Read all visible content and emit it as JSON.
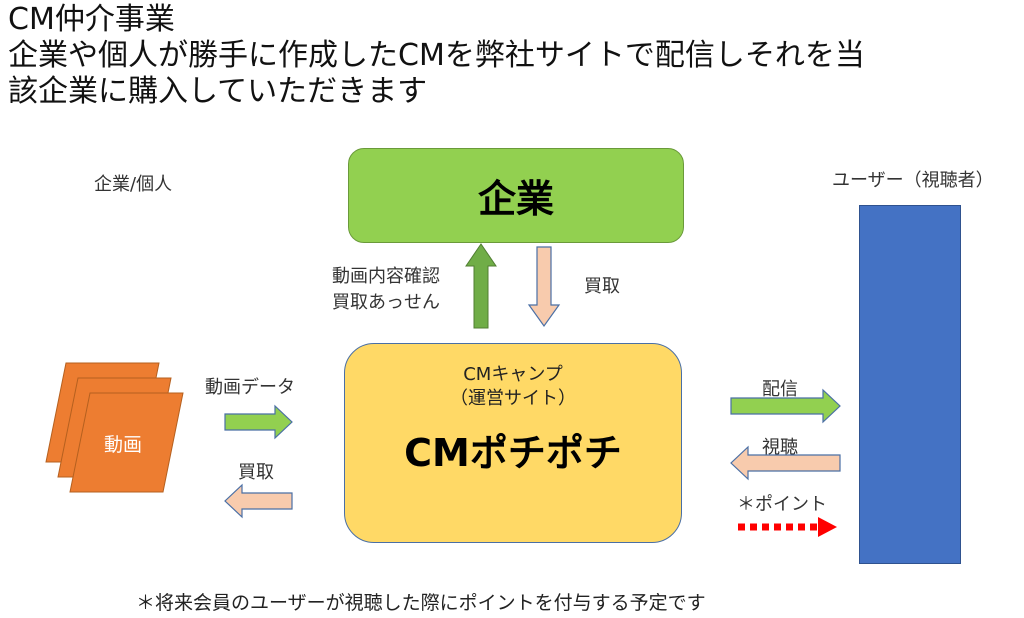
{
  "title": {
    "line1": "CM仲介事業",
    "line2": "企業や個人が勝手に作成したCMを弊社サイトで配信しそれを当",
    "line3": "該企業に購入していただきます"
  },
  "labels": {
    "creators": "企業/個人",
    "users": "ユーザー（視聴者）",
    "check_line1": "動画内容確認",
    "check_line2": "買取あっせん",
    "purchase_top": "買取",
    "video_data": "動画データ",
    "purchase_left": "買取",
    "distribute": "配信",
    "view": "視聴",
    "points": "＊ポイント"
  },
  "boxes": {
    "company": "企業",
    "site_sub1": "CMキャンプ",
    "site_sub2": "（運営サイト）",
    "site_main": "CMポチポチ",
    "video": "動画"
  },
  "footnote": "＊将来会員のユーザーが視聴した際にポイントを付与する予定です",
  "colors": {
    "company_green": "#92d050",
    "arrow_dark_green": "#70ad47",
    "peach": "#f8cbad",
    "site_yellow": "#ffd966",
    "video_orange": "#ed7d31",
    "user_blue": "#4472c4",
    "points_red": "#ff0000"
  }
}
